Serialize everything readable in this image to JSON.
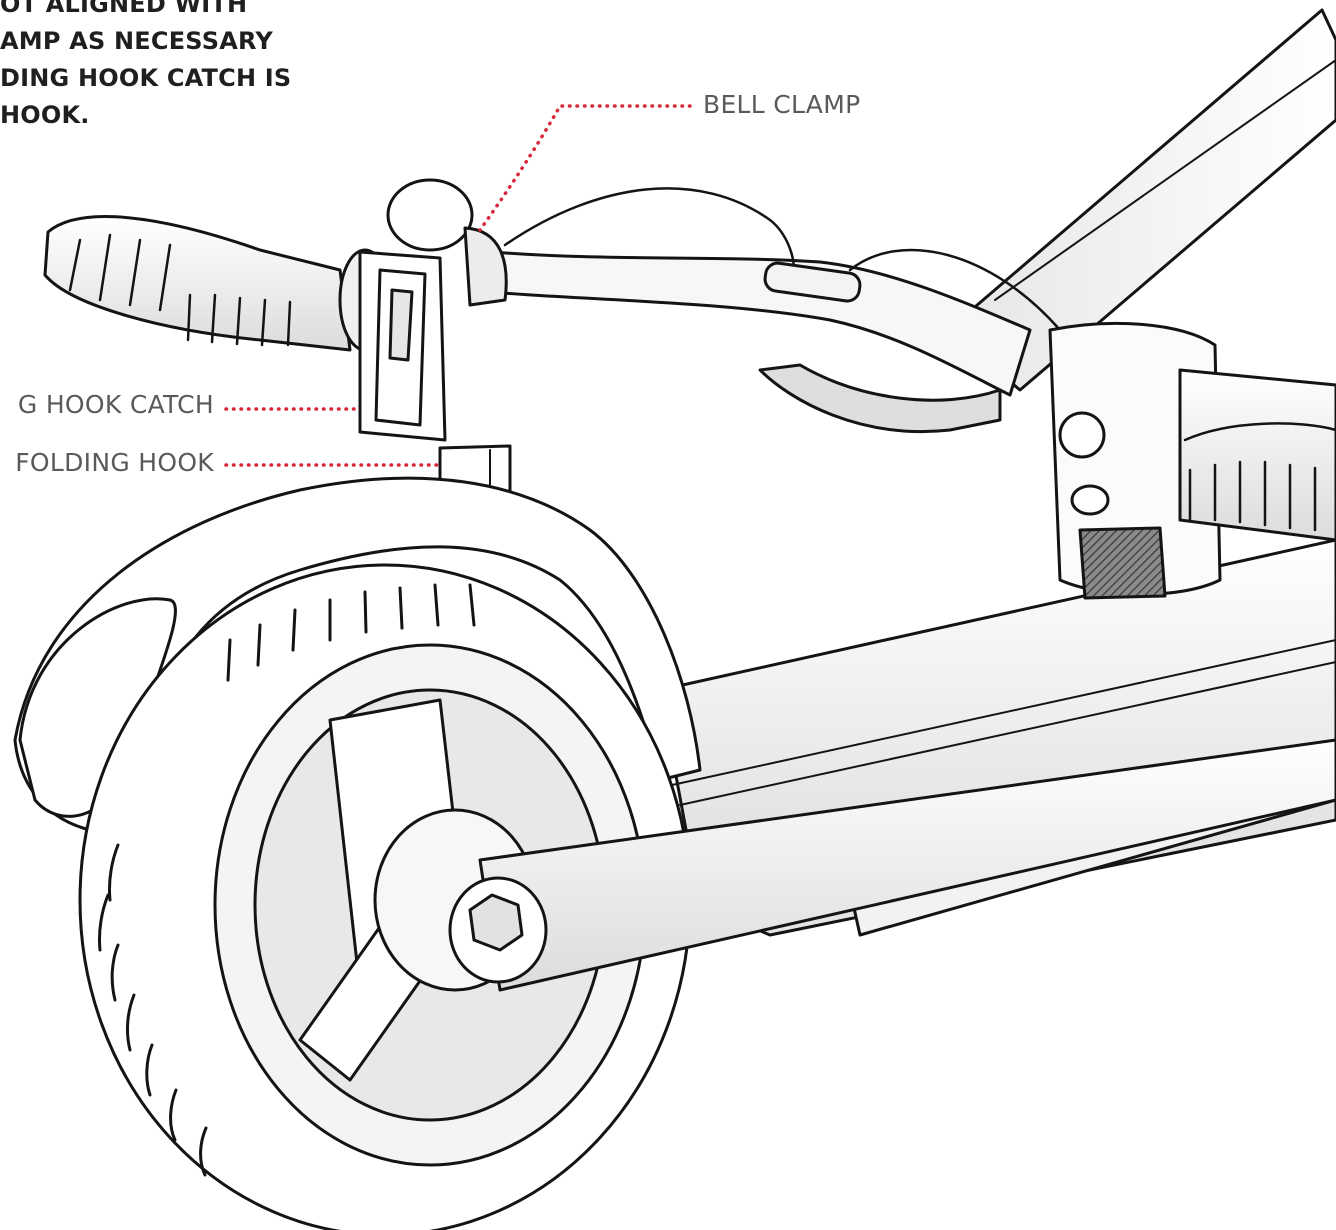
{
  "instructions": {
    "lines": [
      "OT ALIGNED WITH",
      "AMP AS NECESSARY",
      "DING HOOK CATCH IS",
      "HOOK."
    ]
  },
  "callouts": {
    "bell_clamp": "BELL CLAMP",
    "folding_hook_catch": "G HOOK CATCH",
    "folding_hook": "FOLDING HOOK"
  },
  "colors": {
    "leader": "#d8283b",
    "line_art": "#141414",
    "fill": "#ffffff",
    "shade": "#d9d9d9"
  }
}
